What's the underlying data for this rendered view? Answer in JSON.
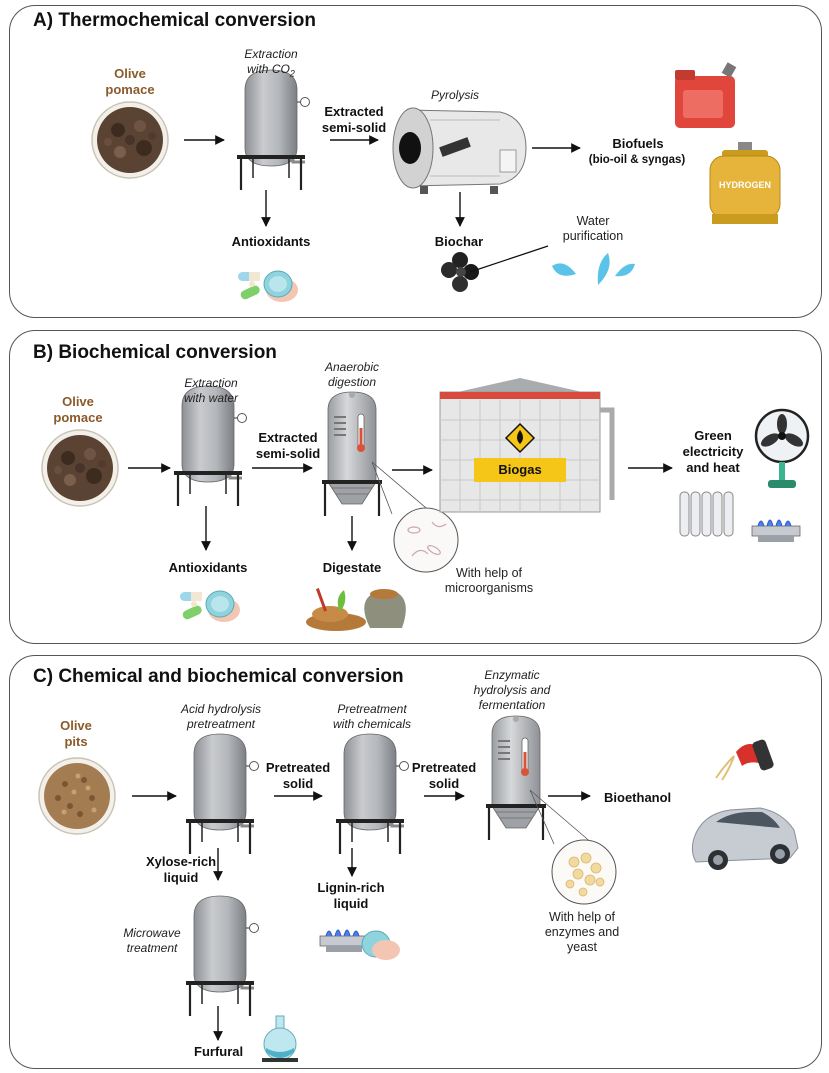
{
  "panel_a": {
    "title": "A) Thermochemical conversion",
    "olive_pomace": [
      "Olive",
      "pomace"
    ],
    "extraction": [
      "Extraction",
      "with CO"
    ],
    "extraction_subscript": "2",
    "extracted_semisolid": [
      "Extracted",
      "semi-solid"
    ],
    "pyrolysis": "Pyrolysis",
    "biofuels": "Biofuels",
    "biofuels_detail": "(bio-oil & syngas)",
    "hydrogen": "HYDROGEN",
    "antioxidants": "Antioxidants",
    "biochar": "Biochar",
    "water_purification": [
      "Water",
      "purification"
    ]
  },
  "panel_b": {
    "title": "B) Biochemical conversion",
    "olive_pomace": [
      "Olive",
      "pomace"
    ],
    "extraction": [
      "Extraction",
      "with water"
    ],
    "extracted_semisolid": [
      "Extracted",
      "semi-solid"
    ],
    "anaerobic_digestion": [
      "Anaerobic",
      "digestion"
    ],
    "biogas": "Biogas",
    "green_electricity": [
      "Green",
      "electricity",
      "and heat"
    ],
    "antioxidants": "Antioxidants",
    "digestate": "Digestate",
    "microorganisms": [
      "With help of",
      "microorganisms"
    ]
  },
  "panel_c": {
    "title": "C) Chemical and biochemical conversion",
    "olive_pits": [
      "Olive",
      "pits"
    ],
    "acid_hydrolysis": [
      "Acid hydrolysis",
      "pretreatment"
    ],
    "pretreated_solid_1": [
      "Pretreated",
      "solid"
    ],
    "pretreatment_chemicals": [
      "Pretreatment",
      "with chemicals"
    ],
    "pretreated_solid_2": [
      "Pretreated",
      "solid"
    ],
    "enzymatic": [
      "Enzymatic",
      "hydrolysis and",
      "fermentation"
    ],
    "bioethanol": "Bioethanol",
    "xylose": [
      "Xylose-rich",
      "liquid"
    ],
    "lignin": [
      "Lignin-rich",
      "liquid"
    ],
    "enzymes_yeast": [
      "With help of",
      "enzymes and",
      "yeast"
    ],
    "microwave": [
      "Microwave",
      "treatment"
    ],
    "furfural": "Furfural"
  }
}
